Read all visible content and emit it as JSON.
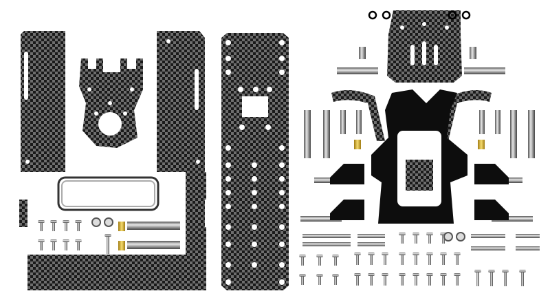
{
  "colors": {
    "carbon_dark": "#1a1a1a",
    "carbon_light": "#6e6e6e",
    "background": "#ffffff",
    "metal": "#9a9a9a",
    "brass": "#d4b030",
    "black_part": "#0d0d0d"
  },
  "parts": {
    "left_rail": "carbon",
    "right_rail": "carbon",
    "motor_mount": "carbon",
    "center_plate": "carbon",
    "top_plate": "carbon",
    "chassis_brace": "black"
  }
}
